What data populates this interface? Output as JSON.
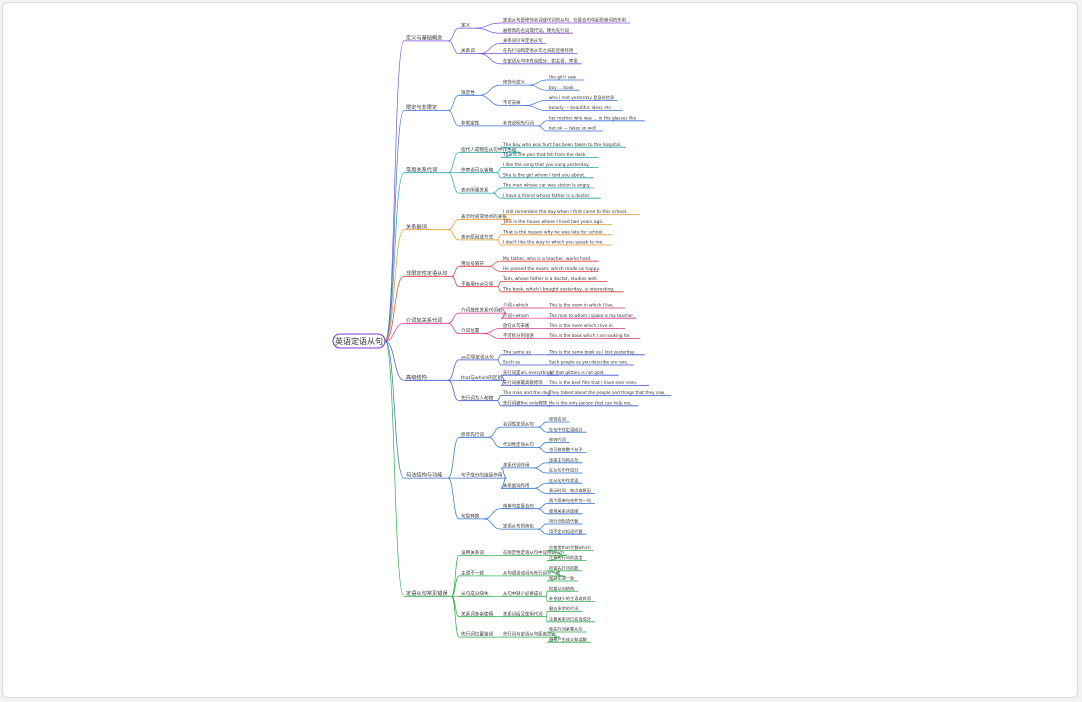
{
  "root": {
    "label": "英语定语从句",
    "color": "#7a3fd1"
  },
  "branches": [
    {
      "label": "定义与基础概念",
      "color": "#7b4fd8",
      "children": [
        {
          "label": "定义",
          "children": [
            {
              "label": "定语从句是修饰名词或代词的从句，在复合句中起形容词的作用"
            },
            {
              "label": "被修饰的名词或代词，称为先行词"
            }
          ]
        },
        {
          "label": "关系词",
          "children": [
            {
              "label": "关系词引导定语从句"
            },
            {
              "label": "在先行词和定语从句之间起连接作用"
            },
            {
              "label": "在定语从句中充当成分，如主语、宾语"
            }
          ]
        }
      ]
    },
    {
      "label": "限定与非限定",
      "color": "#3a6fd8",
      "children": [
        {
          "label": "限定性",
          "children": [
            {
              "label": "修饰与定义",
              "children": [
                {
                  "label": "the girl I saw"
                },
                {
                  "label": "boy ... book"
                }
              ]
            },
            {
              "label": "不可去掉",
              "children": [
                {
                  "label": "who I met yesterday 是身份信息"
                },
                {
                  "label": "beauty — beautiful, ideal, etc."
                }
              ]
            }
          ]
        },
        {
          "label": "非限定性",
          "children": [
            {
              "label": "补充说明先行词",
              "children": [
                {
                  "label": "her mother who was ... in the glasses like"
                },
                {
                  "label": "but ok — takes so well"
                }
              ]
            }
          ]
        }
      ]
    },
    {
      "label": "常用关系代词",
      "color": "#22a5a5",
      "children": [
        {
          "label": "指代人或物在从句中作主语",
          "children": [
            {
              "label": "The boy who was hurt has been taken to the hospital."
            },
            {
              "label": "This is the pen that fell from the desk."
            }
          ]
        },
        {
          "label": "作宾语可以省略",
          "children": [
            {
              "label": "I like the song that you sang yesterday."
            },
            {
              "label": "She is the girl whom I told you about."
            }
          ]
        },
        {
          "label": "表示所属关系",
          "children": [
            {
              "label": "The man whose car was stolen is angry."
            },
            {
              "label": "I have a friend whose father is a doctor."
            }
          ]
        }
      ]
    },
    {
      "label": "关系副词",
      "color": "#e89a2a",
      "children": [
        {
          "label": "表示时间或地点的关系",
          "children": [
            {
              "label": "I still remember the day when I first came to this school."
            },
            {
              "label": "This is the house where I lived two years ago."
            }
          ]
        },
        {
          "label": "表示原因或方式",
          "children": [
            {
              "label": "That is the reason why he was late for school."
            },
            {
              "label": "I don't like the way in which you speak to me."
            }
          ]
        }
      ]
    },
    {
      "label": "非限定性定语从句",
      "color": "#e23b3b",
      "children": [
        {
          "label": "用逗号隔开",
          "children": [
            {
              "label": "My father, who is a teacher, works hard."
            },
            {
              "label": "He passed the exam, which made us happy."
            }
          ]
        },
        {
          "label": "不能用that引导",
          "children": [
            {
              "label": "Tom, whose father is a doctor, studies well."
            },
            {
              "label": "The book, which I bought yesterday, is interesting."
            }
          ]
        }
      ]
    },
    {
      "label": "介词加关系代词",
      "color": "#d8308a",
      "children": [
        {
          "label": "介词放在关系代词前",
          "children": [
            {
              "label": "介词+which",
              "children": [
                {
                  "label": "This is the room in which I live."
                }
              ]
            },
            {
              "label": "介词+whom",
              "children": [
                {
                  "label": "The man to whom I spoke is my teacher."
                }
              ]
            }
          ]
        },
        {
          "label": "介词位置",
          "children": [
            {
              "label": "放在从句末尾",
              "children": [
                {
                  "label": "This is the room which I live in."
                }
              ]
            },
            {
              "label": "不可拆分的短语",
              "children": [
                {
                  "label": "This is the book which I am looking for."
                }
              ]
            }
          ]
        }
      ]
    },
    {
      "label": "高级结构",
      "color": "#3a50d0",
      "children": [
        {
          "label": "as引导定语从句",
          "children": [
            {
              "label": "The same as",
              "children": [
                {
                  "label": "This is the same book as I lost yesterday."
                }
              ]
            },
            {
              "label": "Such as",
              "children": [
                {
                  "label": "Such people as you describe are rare."
                }
              ]
            }
          ]
        },
        {
          "label": "that与which的区别",
          "children": [
            {
              "label": "先行词是all, everything",
              "children": [
                {
                  "label": "All that glitters is not gold."
                }
              ]
            },
            {
              "label": "先行词被最高级修饰",
              "children": [
                {
                  "label": "This is the best film that I have ever seen."
                }
              ]
            }
          ]
        },
        {
          "label": "先行词为人和物",
          "children": [
            {
              "label": "The man and the dog",
              "children": [
                {
                  "label": "They talked about the people and things that they saw."
                }
              ]
            },
            {
              "label": "先行词被the only修饰",
              "children": [
                {
                  "label": "He is the only person that can help me."
                }
              ]
            }
          ]
        }
      ]
    },
    {
      "label": "句法结构与功能",
      "color": "#2a6fd0",
      "children": [
        {
          "label": "修饰先行词",
          "children": [
            {
              "label": "名词性定语从句",
              "children": [
                {
                  "label": "修饰名词"
                },
                {
                  "label": "在句中作定语成分"
                }
              ]
            },
            {
              "label": "代词性定语从句",
              "children": [
                {
                  "label": "修饰代词"
                },
                {
                  "label": "也可修饰整个句子"
                }
              ]
            }
          ]
        },
        {
          "label": "句子成分的连接作用",
          "children": [
            {
              "label": "关系代词作用",
              "children": [
                {
                  "label": "连接主句和从句"
                },
                {
                  "label": "在从句中作成分"
                }
              ]
            },
            {
              "label": "关系副词作用",
              "children": [
                {
                  "label": "在从句中作状语"
                },
                {
                  "label": "表示时间、地点或原因"
                }
              ]
            }
          ]
        },
        {
          "label": "句型转换",
          "children": [
            {
              "label": "简单句变复合句",
              "children": [
                {
                  "label": "两个简单句合并为一句"
                },
                {
                  "label": "使用关系词连接"
                }
              ]
            },
            {
              "label": "定语从句的简化",
              "children": [
                {
                  "label": "用分词短语代替"
                },
                {
                  "label": "用不定式短语代替"
                }
              ]
            }
          ]
        }
      ]
    },
    {
      "label": "定语从句常见错误",
      "color": "#2ab04a",
      "children": [
        {
          "label": "误用关系词",
          "children": [
            {
              "label": "在限定性定语从句中误用which",
              "children": [
                {
                  "label": "应使用that代替which"
                },
                {
                  "label": "注意先行词的类型"
                }
              ]
            }
          ]
        },
        {
          "label": "主谓不一致",
          "children": [
            {
              "label": "从句谓语动词与先行词不一致",
              "children": [
                {
                  "label": "检查先行词的数"
                },
                {
                  "label": "保持主谓一致"
                }
              ]
            }
          ]
        },
        {
          "label": "从句成分缺失",
          "children": [
            {
              "label": "从句中缺少必要成分",
              "children": [
                {
                  "label": "检查从句结构"
                },
                {
                  "label": "补充缺少的主语或宾语"
                }
              ]
            }
          ]
        },
        {
          "label": "关系词多余使用",
          "children": [
            {
              "label": "关系词后又使用代词",
              "children": [
                {
                  "label": "删去多余的代词"
                },
                {
                  "label": "注意关系词已充当成分"
                }
              ]
            }
          ]
        },
        {
          "label": "先行词位置错误",
          "children": [
            {
              "label": "先行词与定语从句距离过远",
              "children": [
                {
                  "label": "使先行词紧靠从句"
                },
                {
                  "label": "避免产生歧义和误解"
                }
              ]
            }
          ]
        }
      ]
    }
  ]
}
